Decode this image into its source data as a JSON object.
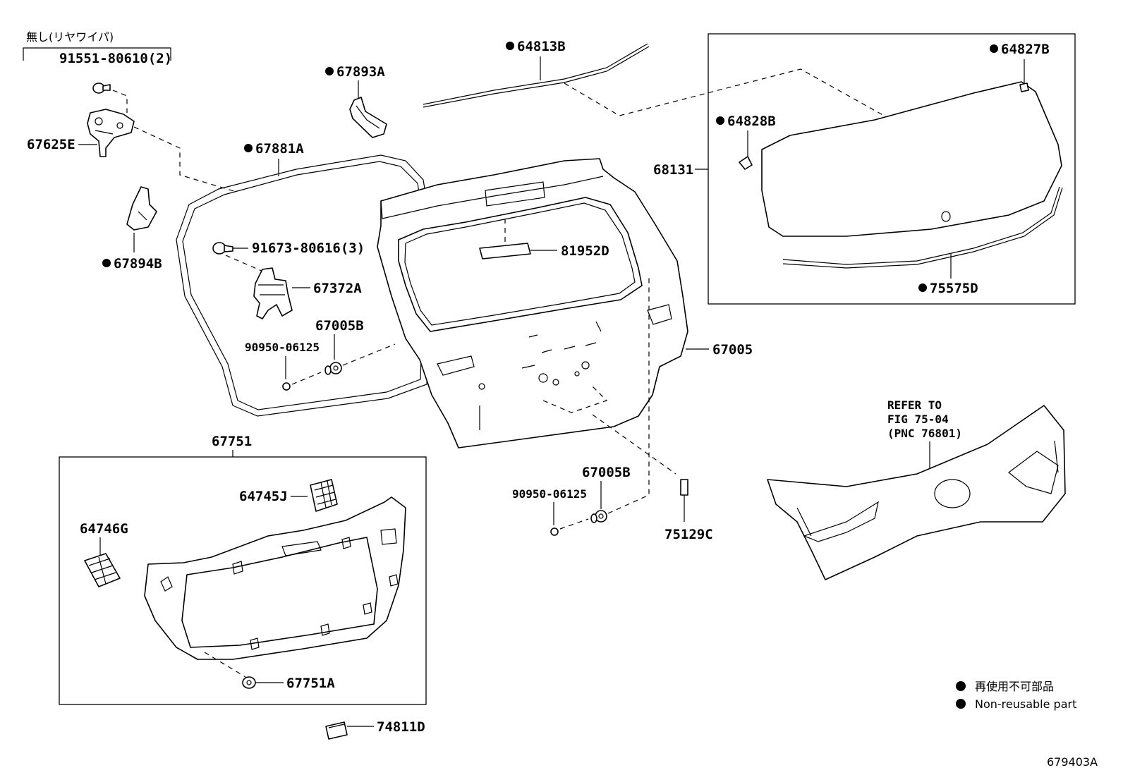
{
  "header": {
    "note_jp": "無し(リヤワイパ)",
    "note_part": "91551-80610(2)"
  },
  "labels": {
    "p64813B": "64813B",
    "p67893A": "67893A",
    "p67625E": "67625E",
    "p67881A": "67881A",
    "p67894B": "67894B",
    "p91673": "91673-80616(3)",
    "p67372A": "67372A",
    "p67005B_a": "67005B",
    "p90950_a": "90950-06125",
    "p81952D": "81952D",
    "p67005": "67005",
    "p68131": "68131",
    "p64827B": "64827B",
    "p64828B": "64828B",
    "p75575D": "75575D",
    "p67751": "67751",
    "p64745J": "64745J",
    "p64746G": "64746G",
    "p67751A": "67751A",
    "p74811D": "74811D",
    "p67005B_b": "67005B",
    "p90950_b": "90950-06125",
    "p75129C": "75129C"
  },
  "refer": {
    "line1": "REFER TO",
    "line2": "FIG 75-04",
    "line3": "(PNC 76801)"
  },
  "legend": {
    "jp": "再使用不可部品",
    "en": "Non-reusable part"
  },
  "figure_id": "679403A"
}
